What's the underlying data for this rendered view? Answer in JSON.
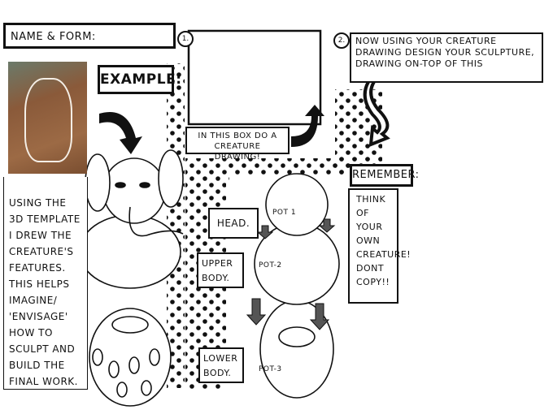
{
  "worksheet": {
    "name_label": "NAME & FORM:",
    "name_value": "",
    "step1_number": "1.",
    "step2_number": "2.",
    "step2_instruction": "NOW USING YOUR CREATURE DRAWING DESIGN YOUR SCULPTURE, DRAWING ON-TOP OF THIS",
    "example_label": "EXAMPLE:",
    "box1_caption": "IN THIS BOX DO A CREATURE DRAWING!",
    "explanation": "USING THE 3D TEMPLATE I DREW THE CREATURE'S FEATURES. THIS HELPS IMAGINE/ 'ENVISAGE' HOW TO SCULPT AND BUILD THE FINAL WORK.",
    "remember_title": "REMEMBER:",
    "remember_text": "THINK OF YOUR OWN CREATURE! DONT COPY!!",
    "labels": {
      "head": "HEAD.",
      "upper_body": "UPPER BODY.",
      "lower_body": "LOWER BODY."
    },
    "pots": [
      "POT 1",
      "POT-2",
      "POT-3"
    ]
  },
  "colors": {
    "ink": "#111111",
    "photo_clay": "#8a5a3a",
    "photo_bg": "#6b7a6a"
  }
}
